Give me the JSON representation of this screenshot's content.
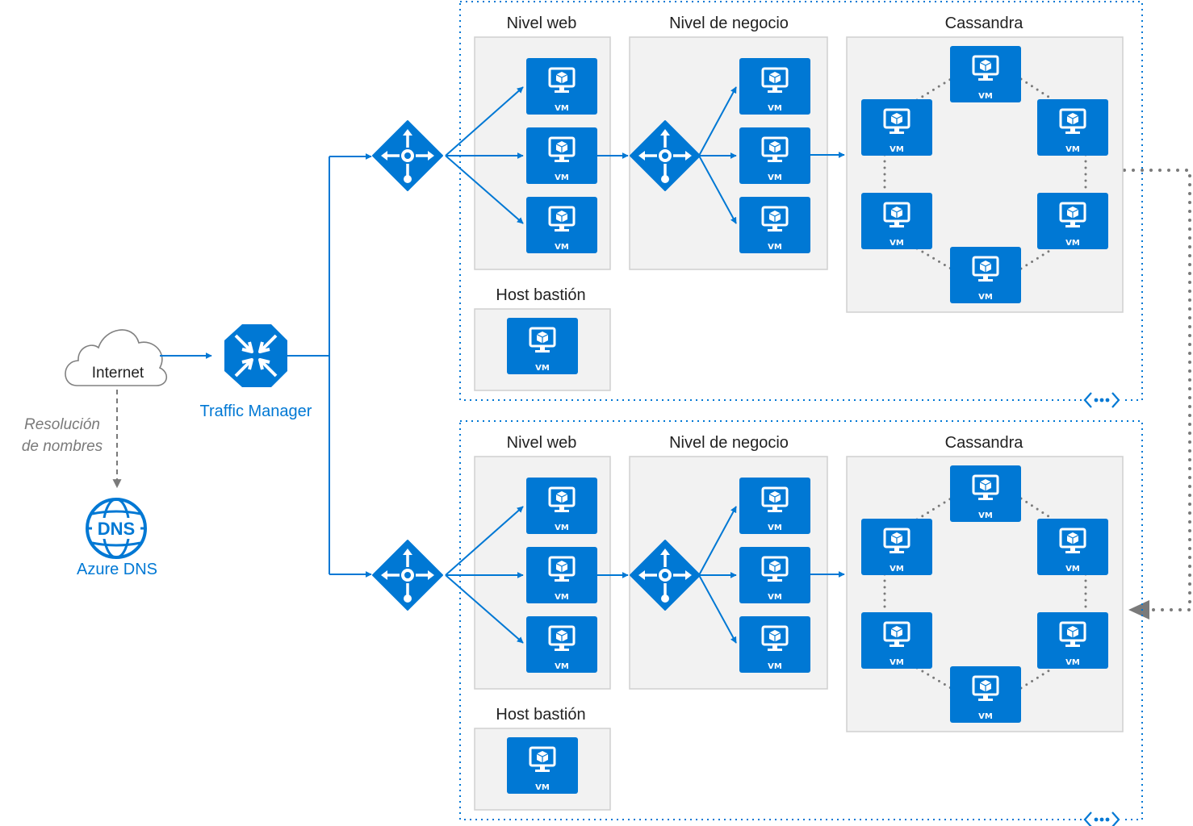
{
  "regions": [
    {
      "web_tier_label": "Nivel web",
      "business_tier_label": "Nivel de negocio",
      "cassandra_label": "Cassandra",
      "bastion_label": "Host bastión"
    },
    {
      "web_tier_label": "Nivel web",
      "business_tier_label": "Nivel de negocio",
      "cassandra_label": "Cassandra",
      "bastion_label": "Host bastión"
    }
  ],
  "vm_label": "VM",
  "internet_label": "Internet",
  "traffic_manager_label": "Traffic Manager",
  "dns_label": "Azure DNS",
  "dns_icon_text": "DNS",
  "name_resolution_label": [
    "Resolución",
    "de nombres"
  ],
  "colors": {
    "azure_blue": "#0078d4",
    "panel_fill": "#f2f2f2",
    "panel_border": "#d0d0d0",
    "dotted_link": "#808080",
    "text": "#222222",
    "muted_text": "#7a7a7a"
  },
  "icons": {
    "vm": "virtual-machine-icon",
    "load_balancer": "load-balancer-icon",
    "traffic_manager": "traffic-manager-icon",
    "cloud": "cloud-icon",
    "dns": "dns-globe-icon",
    "vnet": "virtual-network-icon"
  }
}
